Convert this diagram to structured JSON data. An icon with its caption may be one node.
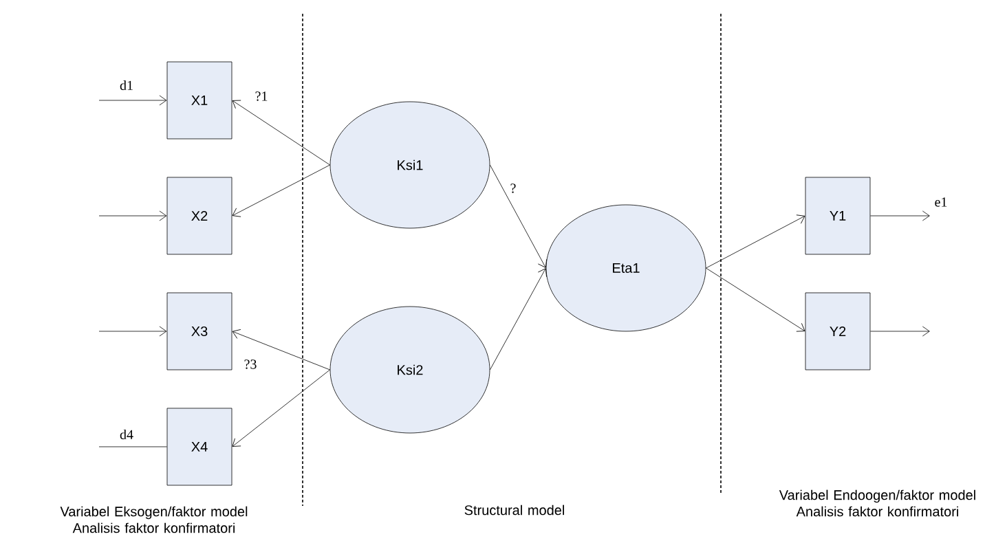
{
  "diagram": {
    "nodes": [
      {
        "text": [
          "X1"
        ]
      },
      {
        "text": [
          "X2"
        ]
      },
      {
        "text": [
          "X3"
        ]
      },
      {
        "text": [
          "X4"
        ]
      },
      {
        "text": [
          "Ksi1"
        ]
      },
      {
        "text": [
          "Ksi2"
        ]
      },
      {
        "text": [
          "Eta1"
        ]
      },
      {
        "text": [
          "Y1"
        ]
      },
      {
        "text": [
          "Y2"
        ]
      }
    ],
    "edges": [
      {
        "from": null,
        "to": 0,
        "arrow": "to",
        "label": "d1"
      },
      {
        "from": null,
        "to": 1,
        "arrow": "to"
      },
      {
        "from": null,
        "to": 2,
        "arrow": "to"
      },
      {
        "from": null,
        "to": 3,
        "arrow": "none",
        "label": "d4"
      },
      {
        "from": 4,
        "to": 0,
        "arrow": "to",
        "label": "?1"
      },
      {
        "from": 4,
        "to": 1,
        "arrow": "to"
      },
      {
        "from": 5,
        "to": 2,
        "arrow": "to",
        "label": "?3"
      },
      {
        "from": 5,
        "to": 3,
        "arrow": "to"
      },
      {
        "from": 4,
        "to": 6,
        "arrow": "to",
        "label": "?"
      },
      {
        "from": 5,
        "to": 6,
        "arrow": "to"
      },
      {
        "from": 6,
        "to": 7,
        "arrow": "to"
      },
      {
        "from": 6,
        "to": 8,
        "arrow": "to"
      },
      {
        "from": 7,
        "to": null,
        "arrow": "to",
        "label": "e1"
      },
      {
        "from": 8,
        "to": null,
        "arrow": "to"
      }
    ],
    "labels": [
      "Variabel Eksogen/faktor model Analisis faktor konfirmatori",
      "Structural model",
      "Variabel Endoogen/faktor model Analisis faktor konfirmatori"
    ]
  }
}
